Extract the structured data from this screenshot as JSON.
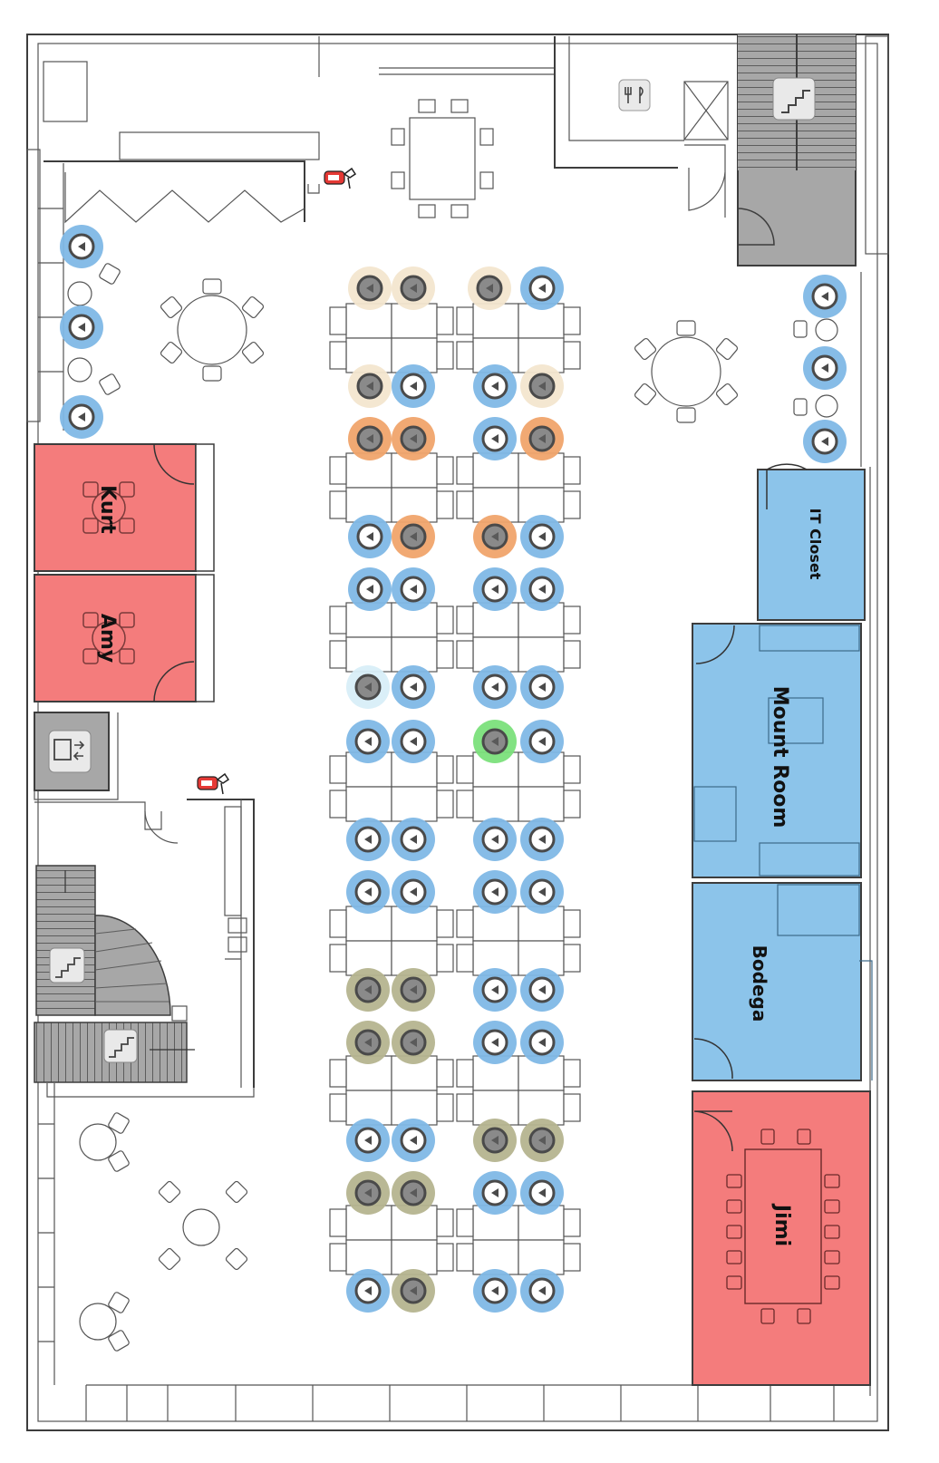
{
  "rooms": {
    "kurt": {
      "label": "Kurt",
      "status": "occupied",
      "color": "#f47c7c"
    },
    "amy": {
      "label": "Amy",
      "status": "occupied",
      "color": "#f47c7c"
    },
    "it_closet": {
      "label": "IT Closet",
      "status": "available",
      "color": "#8cc4ea"
    },
    "mount": {
      "label": "Mount Room",
      "status": "available",
      "color": "#8cc4ea"
    },
    "bodega": {
      "label": "Bodega",
      "status": "available",
      "color": "#8cc4ea"
    },
    "jimi": {
      "label": "Jimi",
      "status": "occupied",
      "color": "#f47c7c"
    }
  },
  "status_colors": {
    "available": "#7fb8e6",
    "cream": "#f3e6cf",
    "orange": "#f0a46c",
    "olive": "#b5b48f",
    "lightblue": "#d8eef8",
    "green": "#7be07b"
  },
  "icons": {
    "stairs": "stairs-icon",
    "elevator": "elevator-icon",
    "kitchen": "fork-knife-icon",
    "extinguisher": "fire-extinguisher-icon",
    "seat": "desk-seat-icon"
  }
}
